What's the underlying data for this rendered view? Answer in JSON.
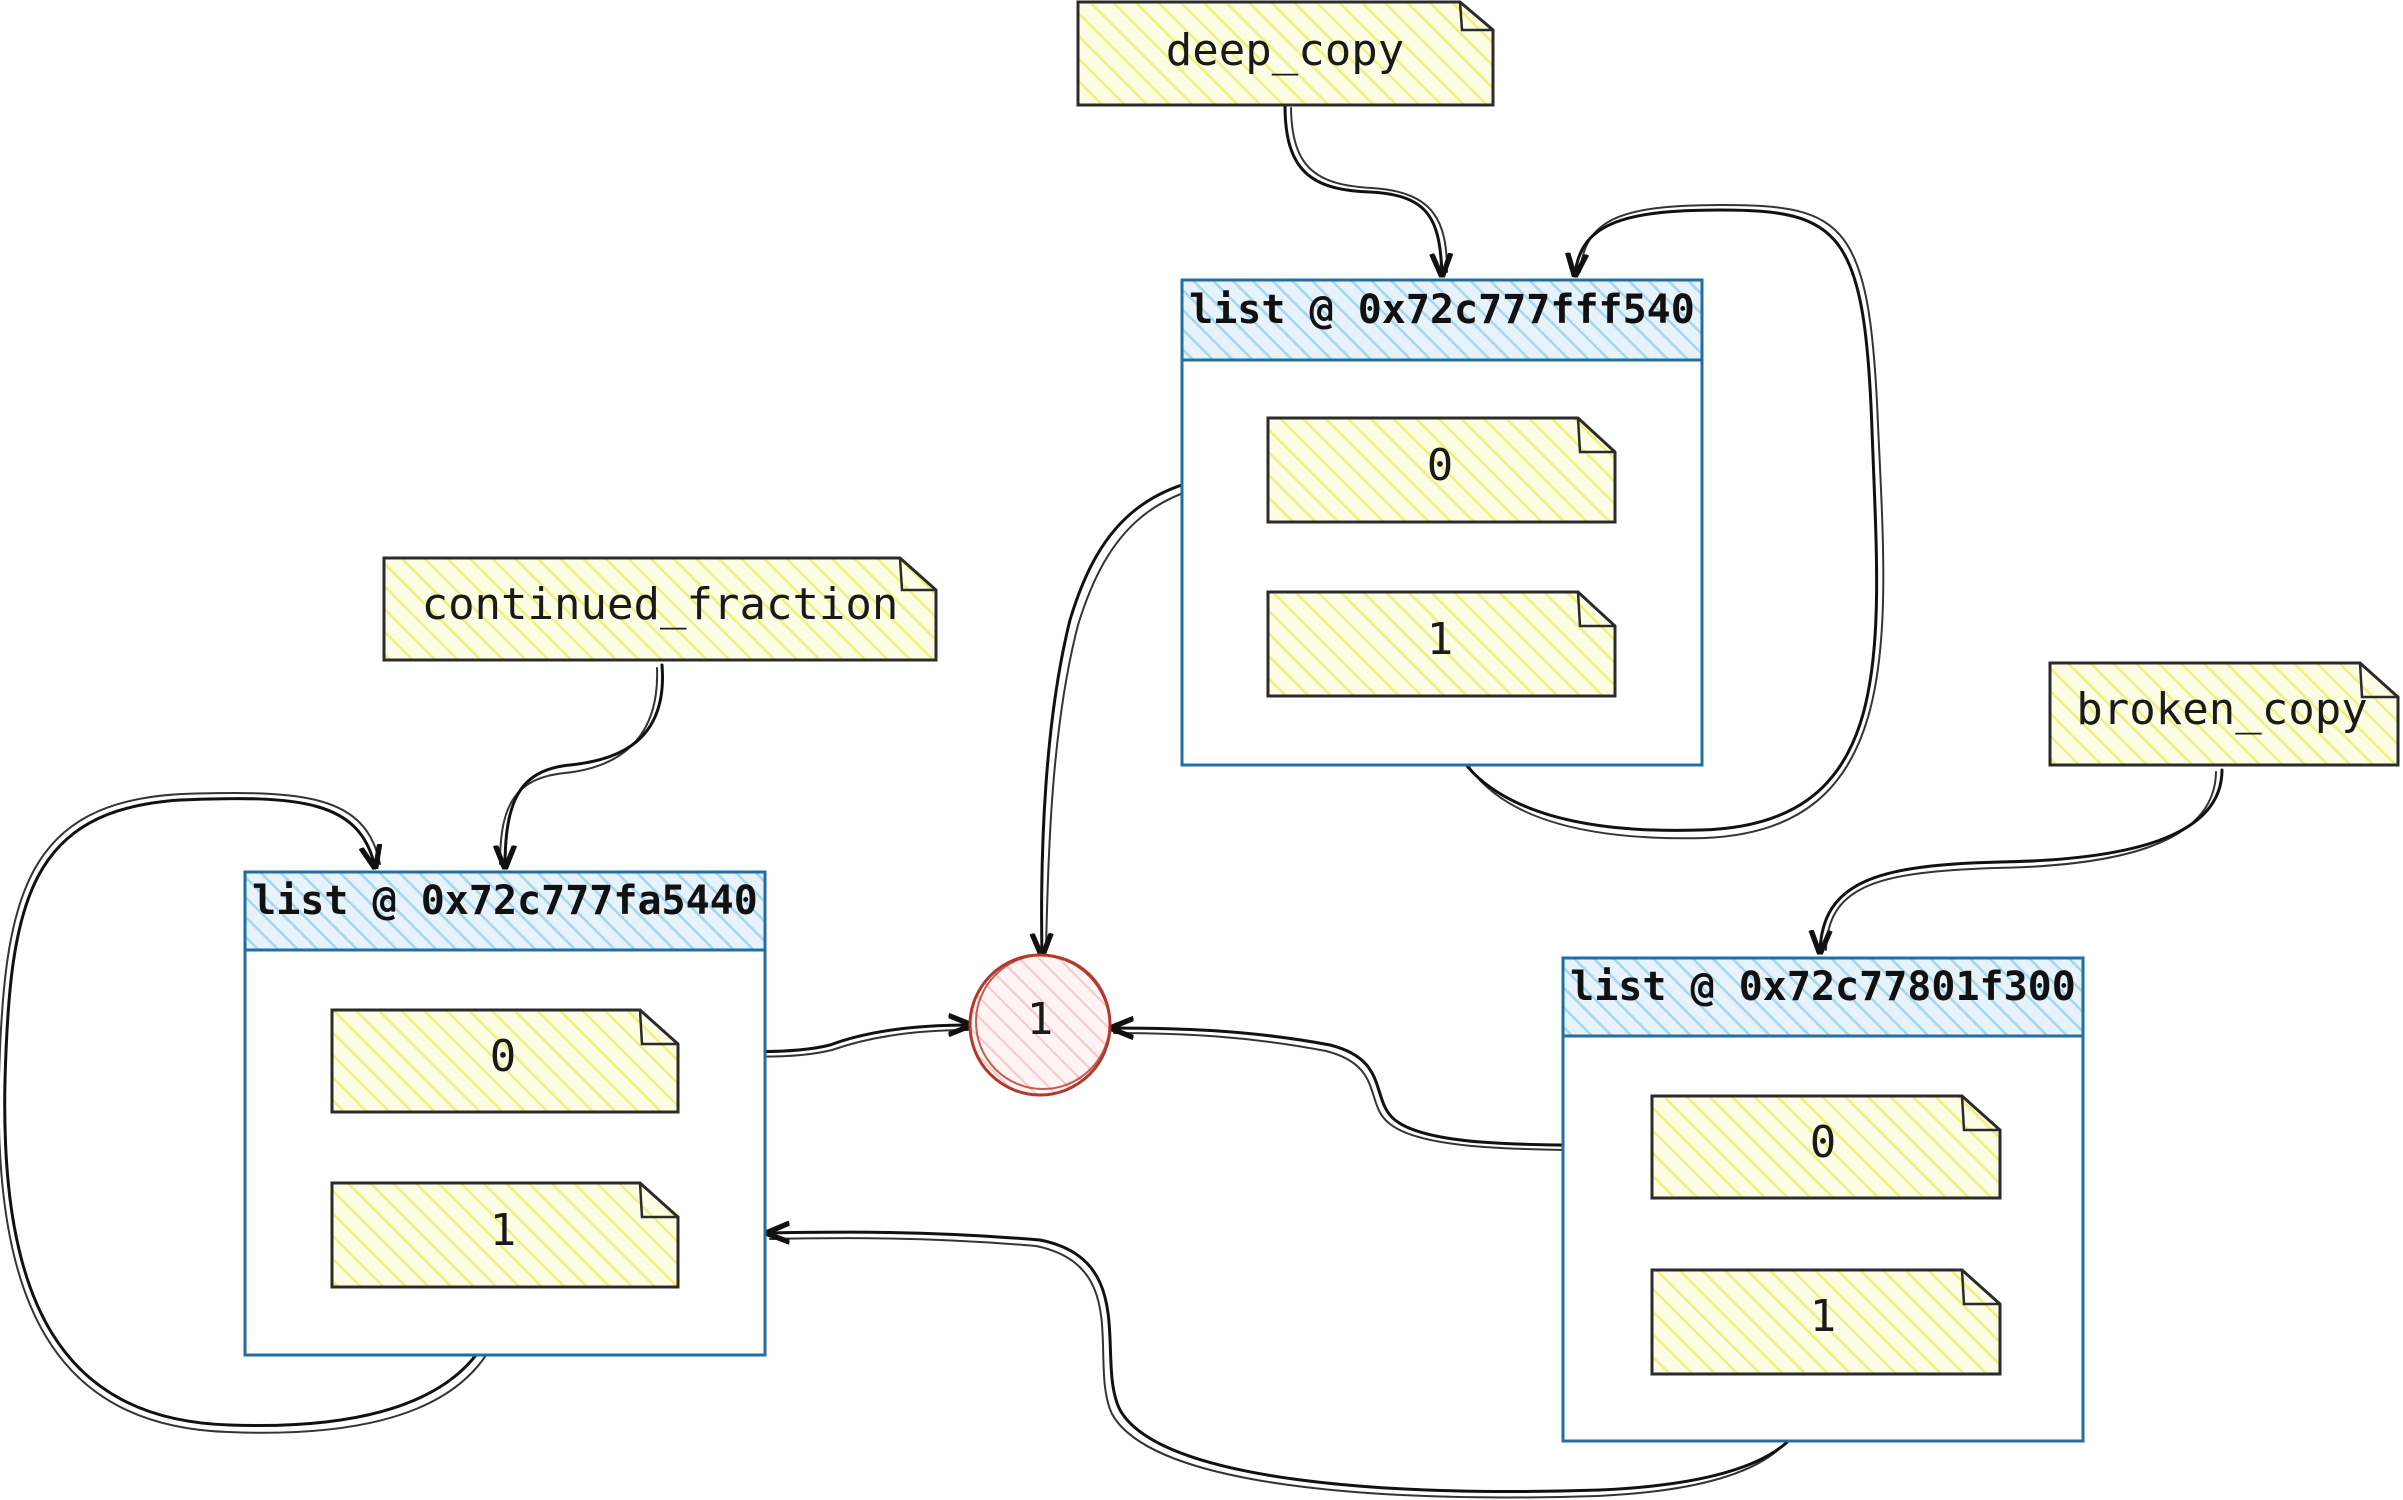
{
  "colors": {
    "note_fill": "#fafa9e",
    "note_stroke": "#2b2b2b",
    "list_stroke": "#1f6fa0",
    "list_header_fill": "#a9d4ee",
    "int_stroke": "#b03a2e",
    "int_fill": "#f6c9c9",
    "edge": "#111111"
  },
  "variables": {
    "deep_copy": "deep_copy",
    "continued_fraction": "continued_fraction",
    "broken_copy": "broken_copy"
  },
  "lists": {
    "deep": {
      "title": "list @ 0x72c777fff540",
      "item0": "0",
      "item1": "1"
    },
    "continued": {
      "title": "list @ 0x72c777fa5440",
      "item0": "0",
      "item1": "1"
    },
    "broken": {
      "title": "list @ 0x72c77801f300",
      "item0": "0",
      "item1": "1"
    }
  },
  "int_node": {
    "value": "1"
  }
}
